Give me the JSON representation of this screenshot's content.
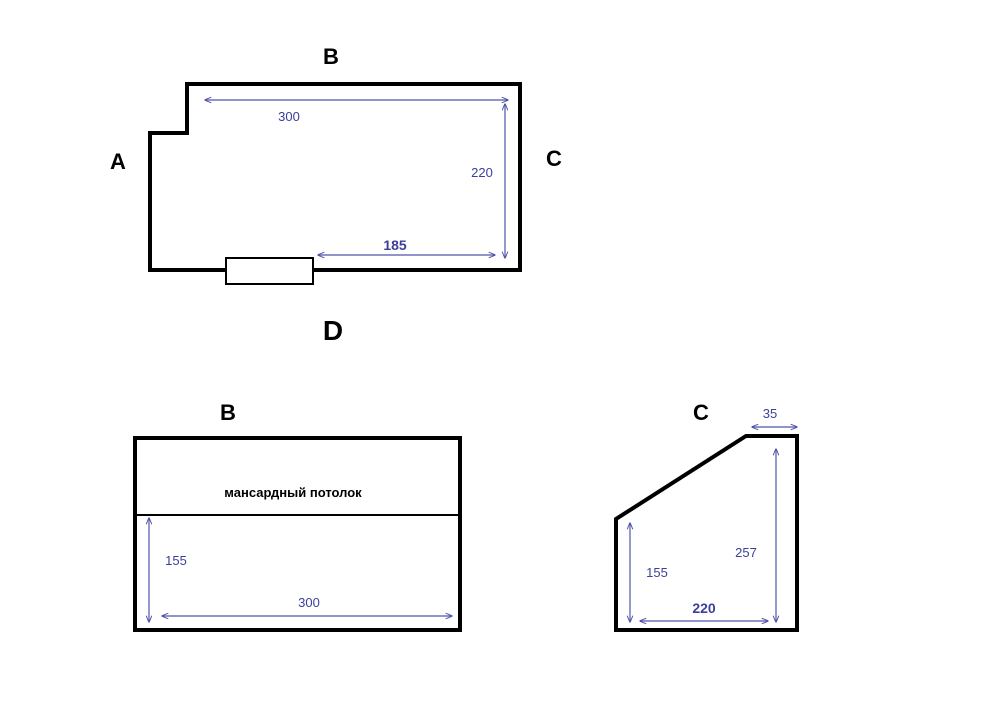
{
  "plan": {
    "labels": {
      "a": "A",
      "b": "B",
      "c": "C",
      "d": "D"
    },
    "dimensions": {
      "length": "300",
      "width": "220",
      "wall_segment": "185"
    }
  },
  "wall_b": {
    "label": "B",
    "ceiling_note": "мансардный потолок",
    "dimensions": {
      "height": "155",
      "length": "300"
    }
  },
  "wall_c": {
    "label": "C",
    "dimensions": {
      "top": "35",
      "low_height": "155",
      "high_height": "257",
      "width": "220"
    }
  },
  "colors": {
    "walls": "#000000",
    "dimensions": "#4f55a8",
    "dimension_text": "#3b3f9a"
  }
}
